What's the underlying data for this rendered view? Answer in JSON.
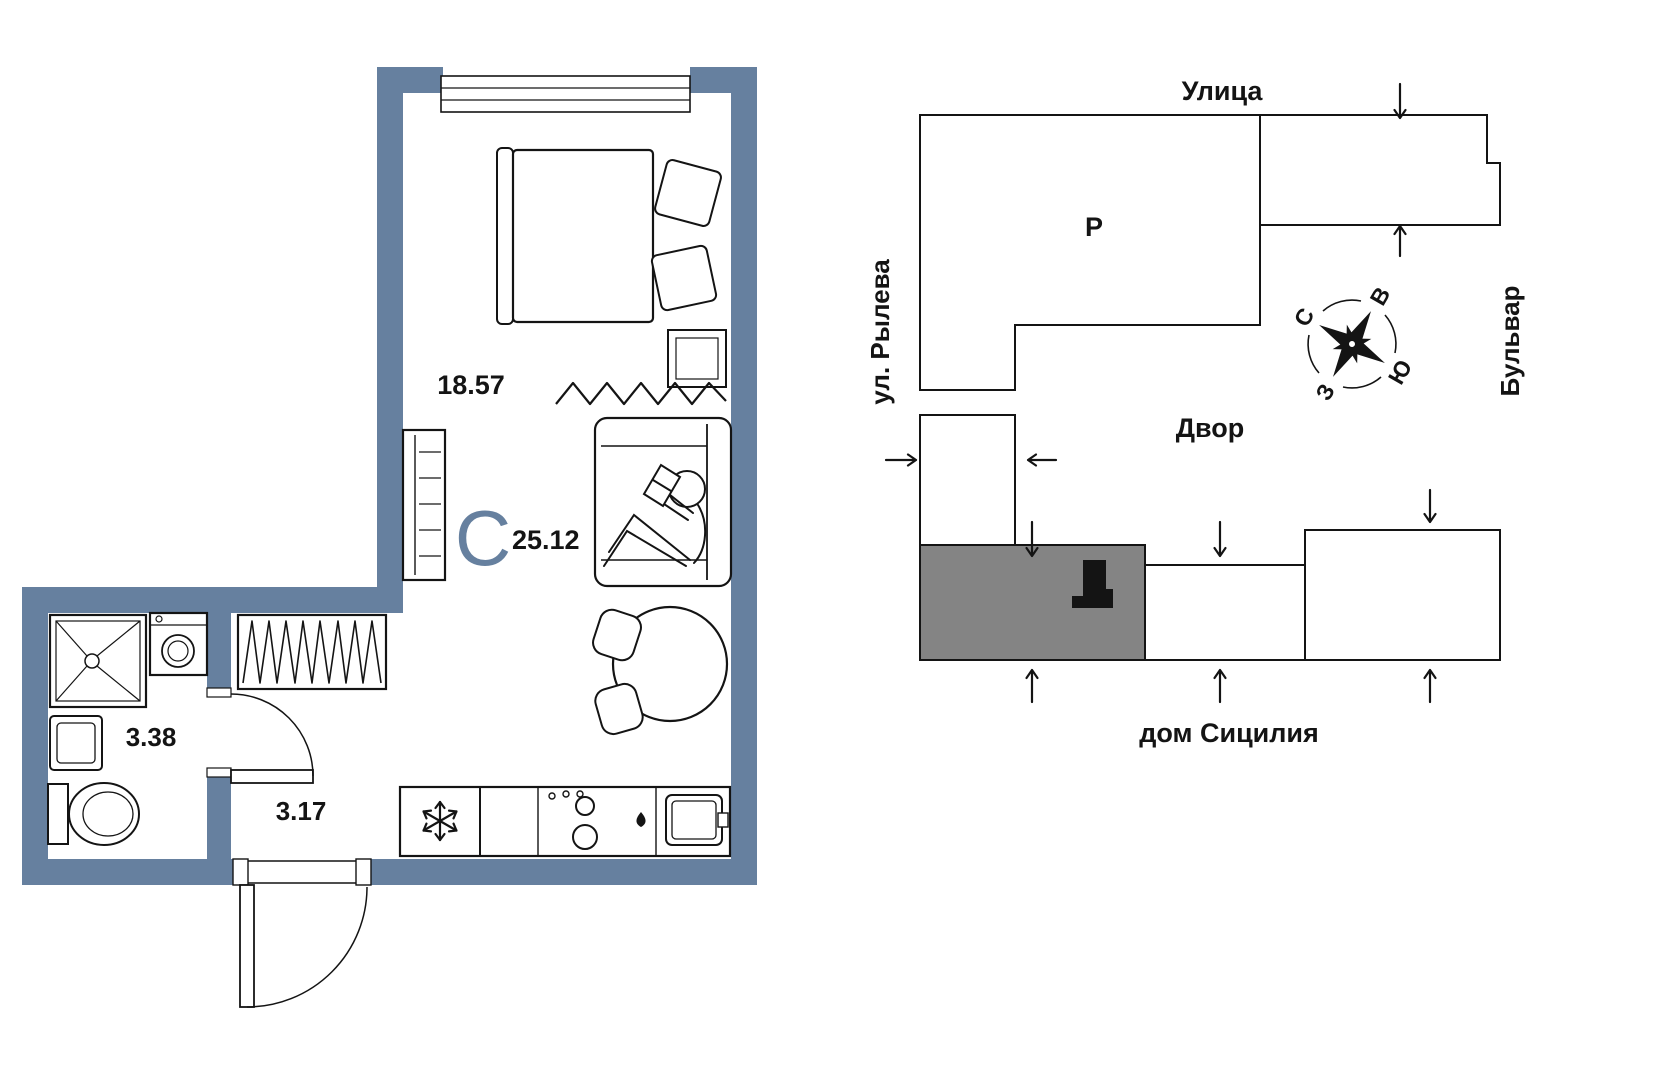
{
  "floorplan": {
    "type_letter": "С",
    "total_area": "25.12",
    "wall_color": "#66809f",
    "rooms": {
      "living": {
        "area": "18.57"
      },
      "bathroom": {
        "area": "3.38"
      },
      "hallway": {
        "area": "3.17"
      }
    },
    "icons": {
      "fridge": "snowflake-icon",
      "door_swing": "quarter-arc",
      "wardrobe": "hanger-zigzag"
    }
  },
  "site_plan": {
    "street_top": "Улица",
    "street_left": "ул. Рылева",
    "street_right": "Бульвар",
    "courtyard": "Двор",
    "house": "дом Сицилия",
    "parking_label": "Р",
    "highlight_color": "#848484",
    "compass": {
      "north": "С",
      "east": "В",
      "south": "Ю",
      "west": "З"
    },
    "icons": {
      "entrances": "arrow-icon",
      "apartment_location": "black-marker",
      "orientation": "compass-rose-icon"
    }
  }
}
